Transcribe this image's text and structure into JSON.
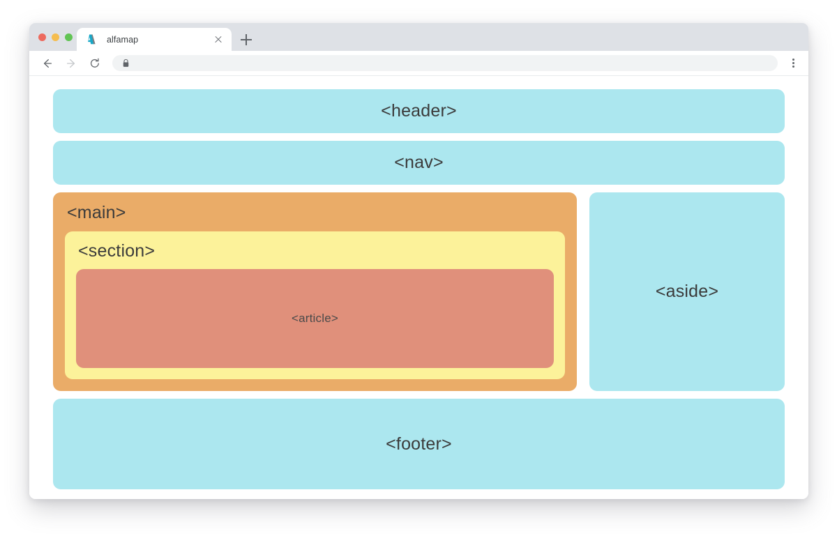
{
  "window": {
    "traffic_lights": [
      {
        "name": "close",
        "color": "#ed6a5e"
      },
      {
        "name": "minimize",
        "color": "#f5bd4f"
      },
      {
        "name": "maximize",
        "color": "#61c454"
      }
    ]
  },
  "tab_bar": {
    "active_tab": {
      "title": "alfamap",
      "favicon": "alfamap-logo-icon",
      "close_icon": "close-icon"
    },
    "new_tab_icon": "plus-icon"
  },
  "toolbar": {
    "back_icon": "back-arrow-icon",
    "forward_icon": "forward-arrow-icon",
    "reload_icon": "reload-icon",
    "lock_icon": "lock-icon",
    "address_value": "",
    "address_placeholder": "",
    "menu_icon": "kebab-menu-icon"
  },
  "page": {
    "blocks": {
      "header": {
        "label": "<header>",
        "color": "#ace7ef"
      },
      "nav": {
        "label": "<nav>",
        "color": "#ace7ef"
      },
      "main": {
        "label": "<main>",
        "color": "#eaac68"
      },
      "section": {
        "label": "<section>",
        "color": "#fcf29a"
      },
      "article": {
        "label": "<article>",
        "color": "#e0907b"
      },
      "aside": {
        "label": "<aside>",
        "color": "#ace7ef"
      },
      "footer": {
        "label": "<footer>",
        "color": "#ace7ef"
      }
    }
  }
}
